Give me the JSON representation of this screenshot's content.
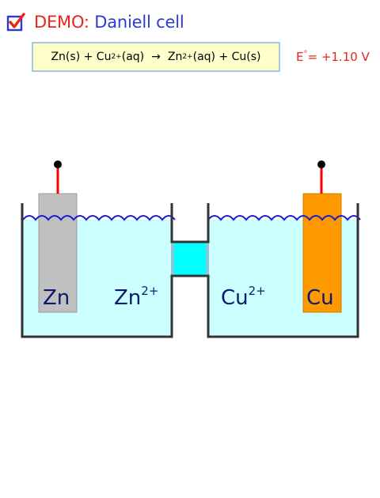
{
  "title": {
    "icon": "checkbox-checked-icon",
    "prefix": "DEMO:",
    "main": "Daniell cell"
  },
  "equation": {
    "reactant_1": "Zn(s)",
    "plus_1": "+",
    "reactant_2": "Cu",
    "reactant_2_charge": "2+",
    "reactant_2_state": "(aq)",
    "arrow": "→",
    "product_1": "Zn",
    "product_1_charge": "2+",
    "product_1_state": "(aq)",
    "plus_2": "+",
    "product_2": "Cu(s)"
  },
  "potential": {
    "symbol": "E",
    "degree": "°",
    "value": "= +1.10 V"
  },
  "diagram": {
    "left_electrode_label": "Zn",
    "left_ion_label": "Zn",
    "left_ion_charge": "2+",
    "right_ion_label": "Cu",
    "right_ion_charge": "2+",
    "right_electrode_label": "Cu",
    "colors": {
      "solution": "#ccffff",
      "salt_bridge": "#00ffff",
      "zinc": "#c0c0c0",
      "copper": "#ff9900",
      "wire": "#ff0000",
      "terminal": "#000000",
      "container": "#333333",
      "wave": "#1a1ad6",
      "label": "#0c1a6e"
    }
  }
}
